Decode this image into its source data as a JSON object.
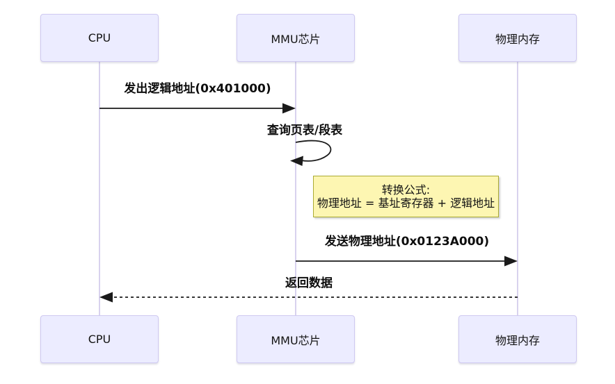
{
  "diagram": {
    "type": "sequence-diagram",
    "actors": [
      {
        "id": "cpu",
        "label": "CPU"
      },
      {
        "id": "mmu",
        "label": "MMU芯片"
      },
      {
        "id": "memory",
        "label": "物理内存"
      }
    ],
    "messages": [
      {
        "from": "cpu",
        "to": "mmu",
        "label": "发出逻辑地址(0x401000)",
        "style": "solid-arrow"
      },
      {
        "from": "mmu",
        "to": "mmu",
        "label": "查询页表/段表",
        "style": "self-loop"
      },
      {
        "from": "mmu",
        "to": "memory",
        "label": "发送物理地址(0x0123A000)",
        "style": "solid-arrow"
      },
      {
        "from": "memory",
        "to": "cpu",
        "label": "返回数据",
        "style": "dashed-arrow"
      }
    ],
    "note": {
      "line1": "转换公式:",
      "line2": "物理地址 = 基址寄存器 + 逻辑地址"
    },
    "colors": {
      "actor_fill": "#ECECFF",
      "actor_border": "#CFC9F1",
      "lifeline": "#D8D2EE",
      "note_fill": "#FDF6B2",
      "note_border": "#AAAA33",
      "message_line": "#1a1a1a",
      "text": "#131313",
      "background": "#ffffff"
    }
  }
}
